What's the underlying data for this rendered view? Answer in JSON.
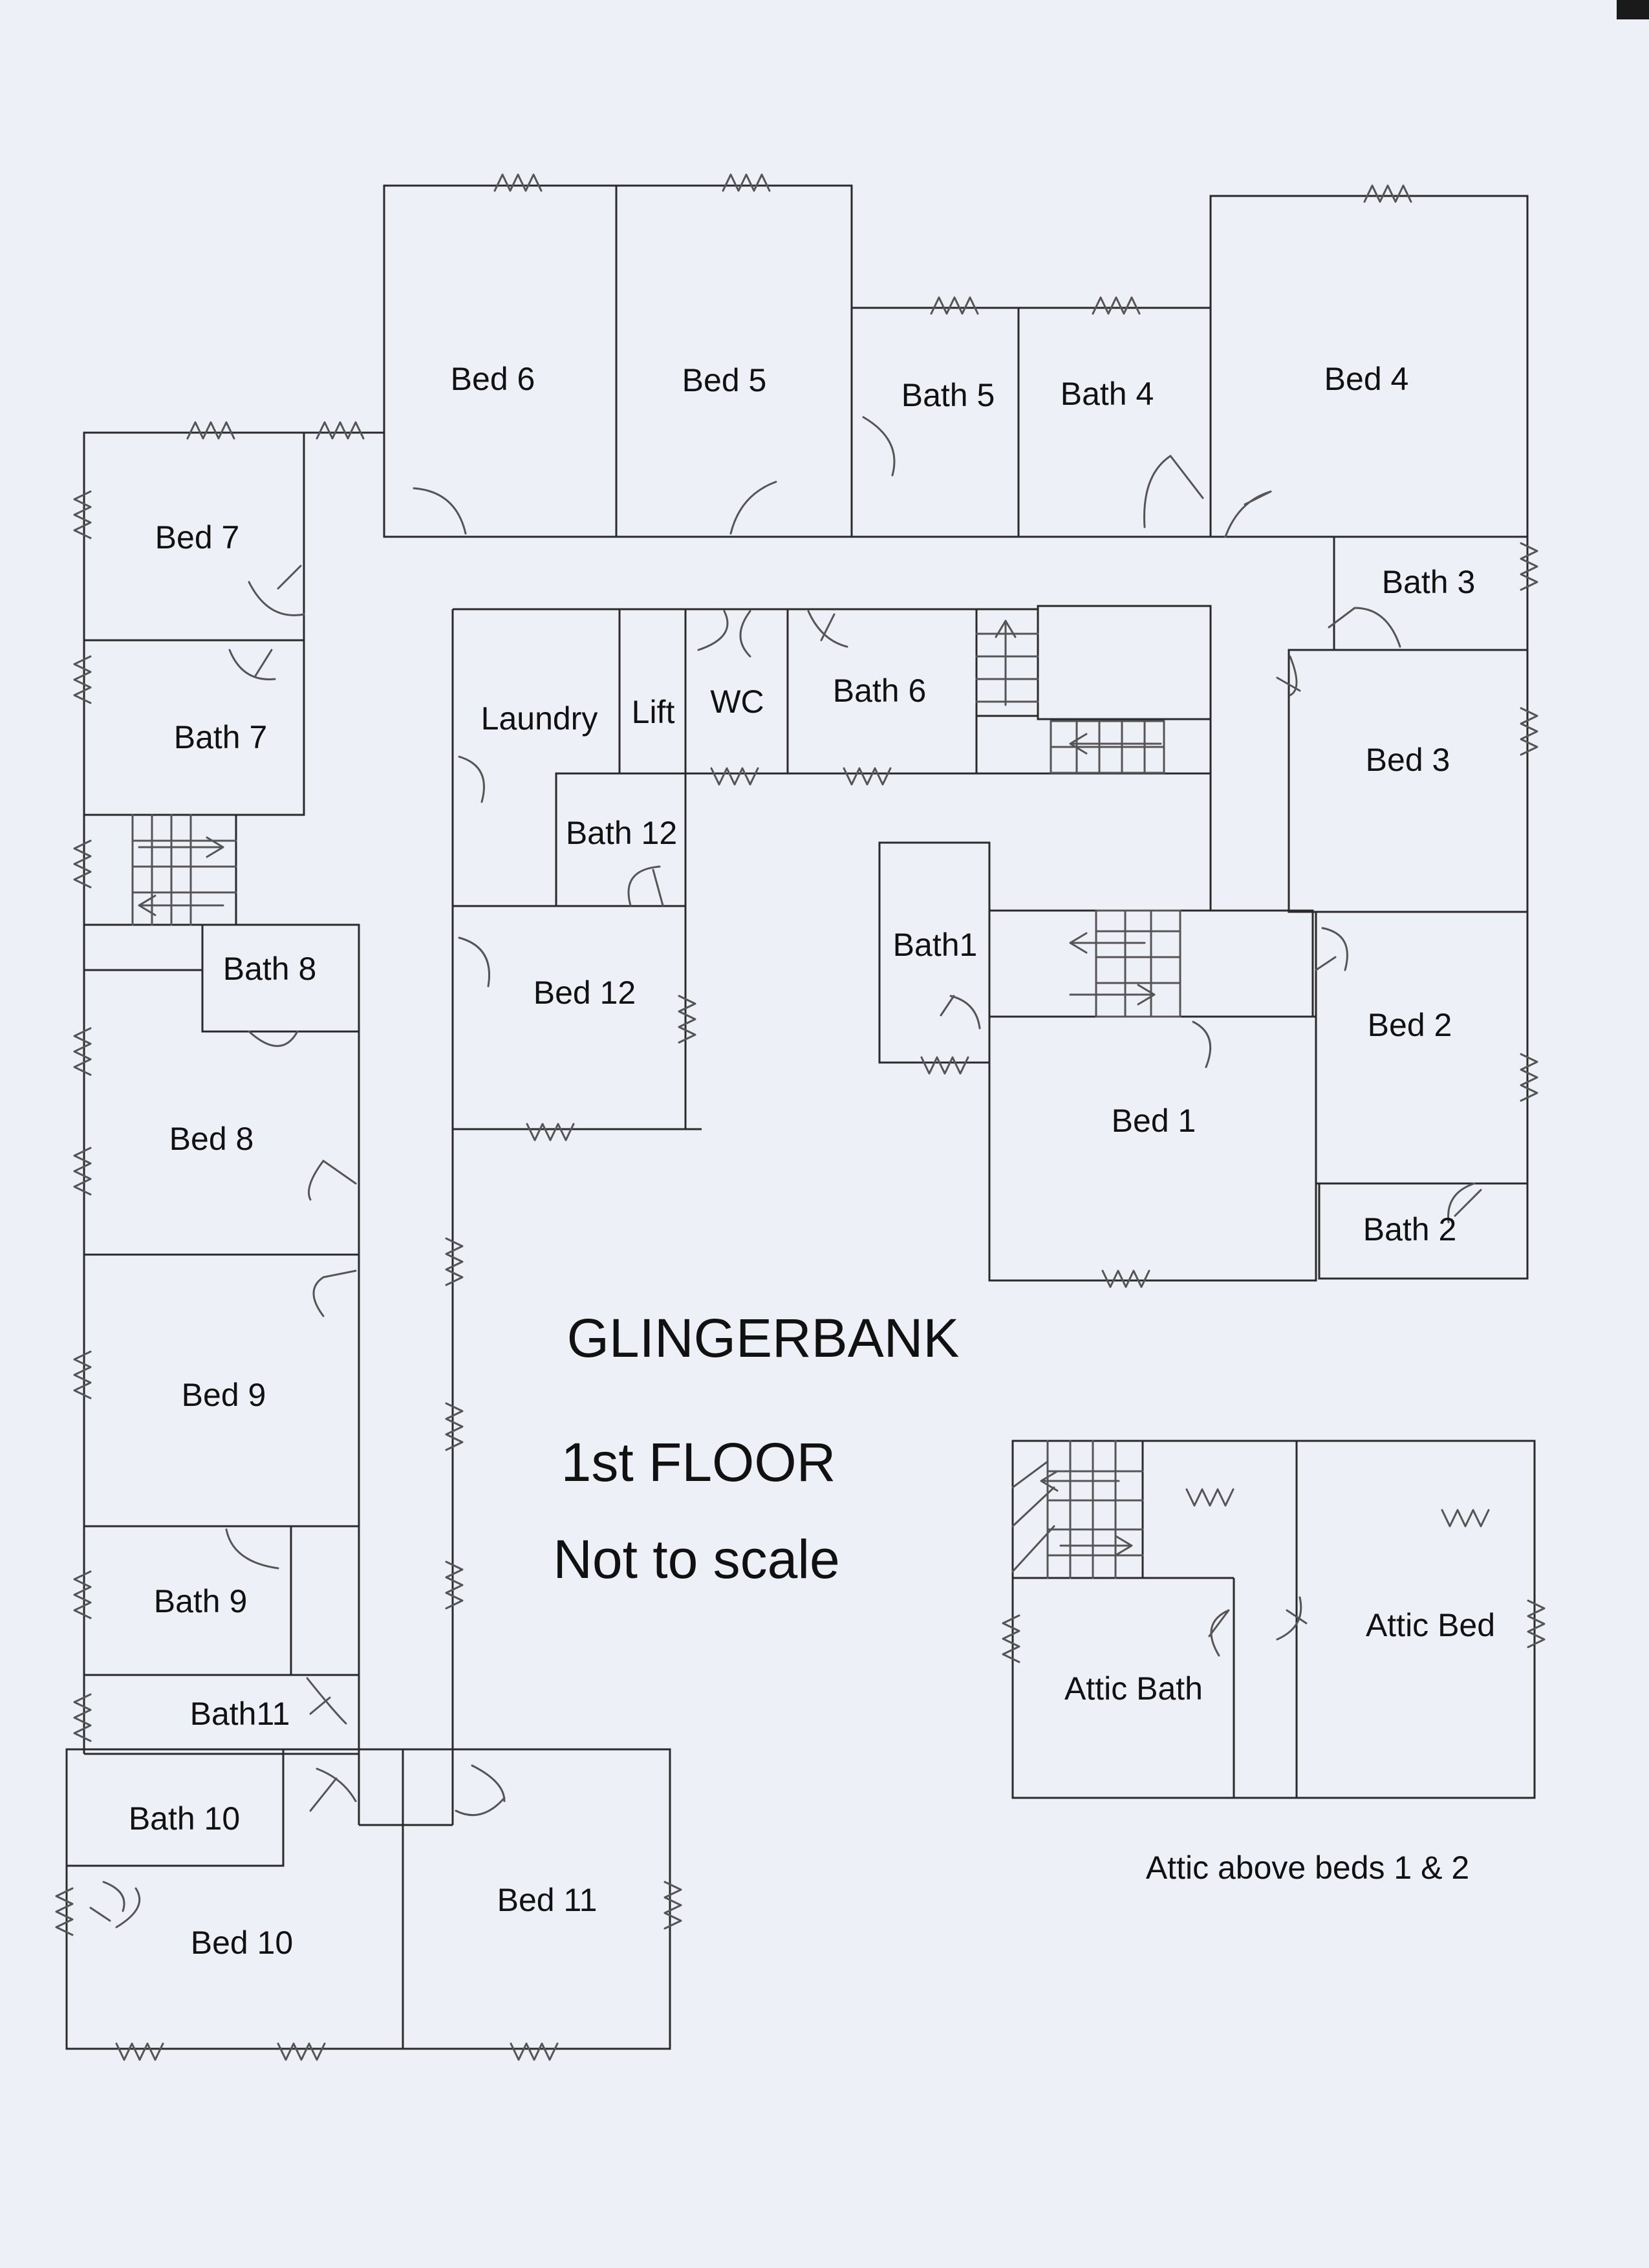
{
  "title": "GLINGERBANK",
  "floor": "1st FLOOR",
  "scale_note": "Not to scale",
  "attic_note": "Attic above beds 1 & 2",
  "rooms": {
    "bed6": "Bed 6",
    "bed5": "Bed 5",
    "bath5": "Bath 5",
    "bath4": "Bath 4",
    "bed4": "Bed 4",
    "bed7": "Bed 7",
    "bath7": "Bath 7",
    "bath3": "Bath 3",
    "laundry": "Laundry",
    "lift": "Lift",
    "wc": "WC",
    "bath6": "Bath 6",
    "bed3": "Bed 3",
    "bath12": "Bath 12",
    "bath1": "Bath1",
    "bath8": "Bath 8",
    "bed12": "Bed 12",
    "bed2": "Bed 2",
    "bed1": "Bed 1",
    "bed8": "Bed 8",
    "bath2": "Bath 2",
    "bed9": "Bed 9",
    "bath9": "Bath 9",
    "bath11": "Bath11",
    "bath10": "Bath 10",
    "bed10": "Bed 10",
    "bed11": "Bed 11",
    "attic_bed": "Attic Bed",
    "attic_bath": "Attic Bath"
  }
}
